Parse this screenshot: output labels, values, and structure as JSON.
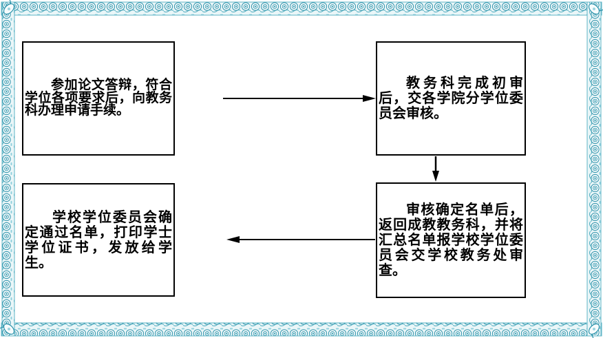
{
  "page": {
    "background": "#ffffff"
  },
  "frame": {
    "pattern": "scroll-chain-border",
    "teal_dark": "#2e93ab",
    "teal_mid": "#7cc3d2",
    "teal_light": "#d9eef2"
  },
  "flowchart": {
    "box_border_color": "#000000",
    "text_color": "#000000",
    "arrow_color": "#000000",
    "steps": [
      {
        "id": 1,
        "text": "参加论文答辩，符合学位各项要求后，向教务科办理申请手续。"
      },
      {
        "id": 2,
        "text": "教务科完成初审后，交各学院分学位委员会审核。"
      },
      {
        "id": 3,
        "text": "审核确定名单后，返回成教教务科，并将汇总名单报学校学位委员会交学校教务处审查。"
      },
      {
        "id": 4,
        "text": "学校学位委员会确定通过名单，打印学士学位证书，发放给学生。"
      }
    ],
    "connections": [
      {
        "from": 1,
        "to": 2,
        "direction": "right"
      },
      {
        "from": 2,
        "to": 3,
        "direction": "down"
      },
      {
        "from": 3,
        "to": 4,
        "direction": "left"
      }
    ]
  }
}
